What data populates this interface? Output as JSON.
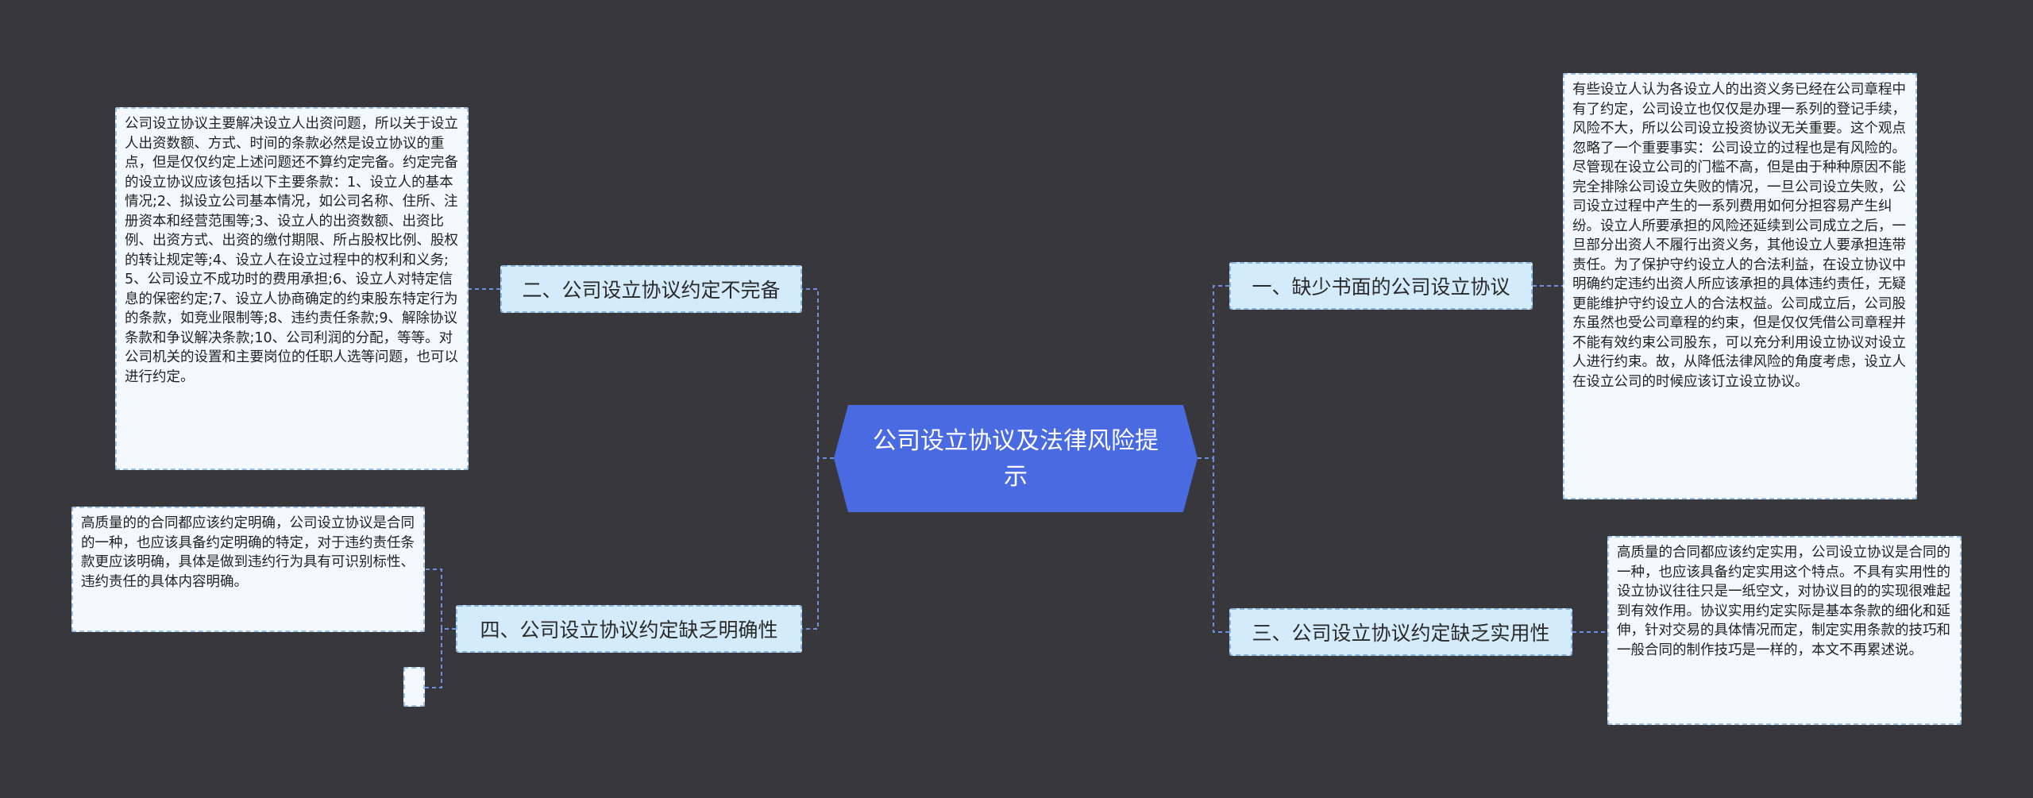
{
  "colors": {
    "background": "#38373c",
    "root_fill": "#4a6ae2",
    "branch_fill": "#d4ebfb",
    "note_fill": "#f3f9ff",
    "connector": "#6f8fe0"
  },
  "mindmap": {
    "root": {
      "label": "公司设立协议及法律风险提示"
    },
    "branches": {
      "b1": {
        "label": "一、缺少书面的公司设立协议",
        "note": "有些设立人认为各设立人的出资义务已经在公司章程中有了约定，公司设立也仅仅是办理一系列的登记手续，风险不大，所以公司设立投资协议无关重要。这个观点忽略了一个重要事实：公司设立的过程也是有风险的。尽管现在设立公司的门槛不高，但是由于种种原因不能完全排除公司设立失败的情况，一旦公司设立失败，公司设立过程中产生的一系列费用如何分担容易产生纠纷。设立人所要承担的风险还延续到公司成立之后，一旦部分出资人不履行出资义务，其他设立人要承担连带责任。为了保护守约设立人的合法利益，在设立协议中明确约定违约出资人所应该承担的具体违约责任，无疑更能维护守约设立人的合法权益。公司成立后，公司股东虽然也受公司章程的约束，但是仅仅凭借公司章程并不能有效约束公司股东，可以充分利用设立协议对设立人进行约束。故，从降低法律风险的角度考虑，设立人在设立公司的时候应该订立设立协议。"
      },
      "b2": {
        "label": "二、公司设立协议约定不完备",
        "note": "公司设立协议主要解决设立人出资问题，所以关于设立人出资数额、方式、时间的条款必然是设立协议的重点，但是仅仅约定上述问题还不算约定完备。约定完备的设立协议应该包括以下主要条款：1、设立人的基本情况;2、拟设立公司基本情况，如公司名称、住所、注册资本和经营范围等;3、设立人的出资数额、出资比例、出资方式、出资的缴付期限、所占股权比例、股权的转让规定等;4、设立人在设立过程中的权利和义务;5、公司设立不成功时的费用承担;6、设立人对特定信息的保密约定;7、设立人协商确定的约束股东特定行为的条款，如竞业限制等;8、违约责任条款;9、解除协议条款和争议解决条款;10、公司利润的分配，等等。对公司机关的设置和主要岗位的任职人选等问题，也可以进行约定。"
      },
      "b3": {
        "label": "三、公司设立协议约定缺乏实用性",
        "note": "高质量的合同都应该约定实用，公司设立协议是合同的一种，也应该具备约定实用这个特点。不具有实用性的设立协议往往只是一纸空文，对协议目的的实现很难起到有效作用。协议实用约定实际是基本条款的细化和延伸，针对交易的具体情况而定，制定实用条款的技巧和一般合同的制作技巧是一样的，本文不再累述说。"
      },
      "b4": {
        "label": "四、公司设立协议约定缺乏明确性",
        "note": "高质量的的合同都应该约定明确，公司设立协议是合同的一种，也应该具备约定明确的特定，对于违约责任条款更应该明确，具体是做到违约行为具有可识别标性、违约责任的具体内容明确。"
      }
    }
  }
}
